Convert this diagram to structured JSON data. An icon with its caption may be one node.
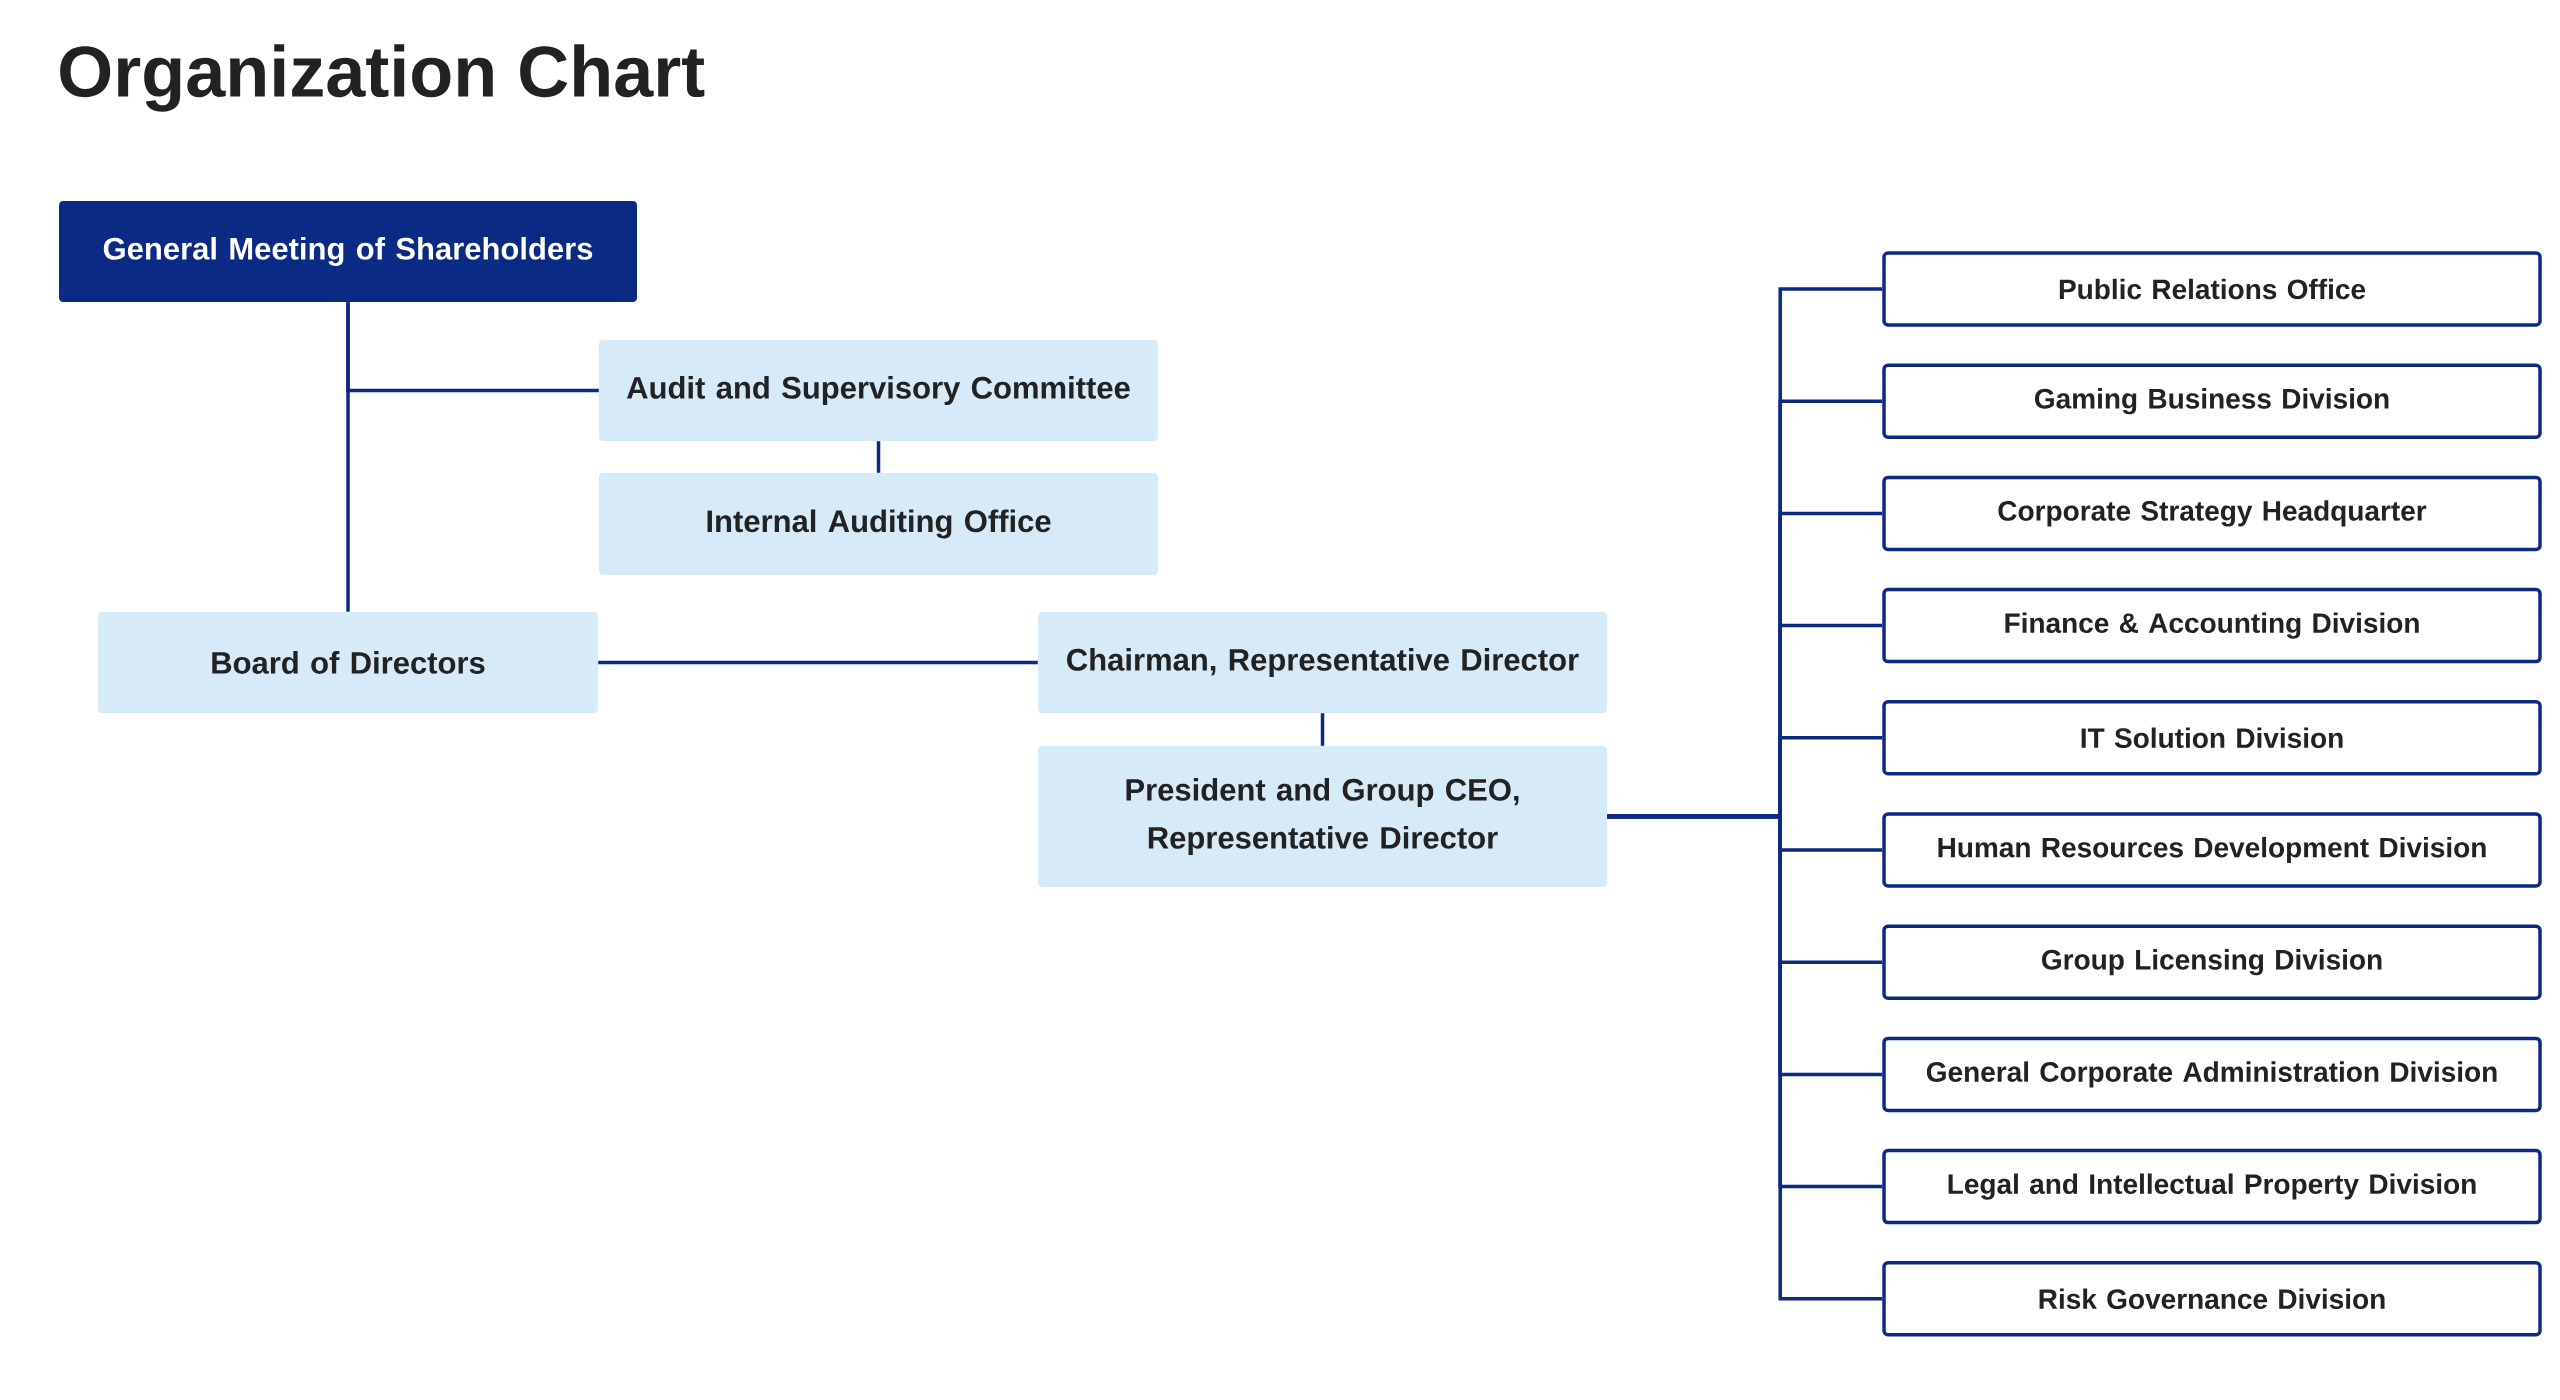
{
  "diagram": {
    "title": "Organization Chart",
    "nodes": [
      {
        "text": [
          "General Meeting of Shareholders"
        ]
      },
      {
        "text": [
          "Audit and Supervisory Committee"
        ]
      },
      {
        "text": [
          "Internal Auditing Office"
        ]
      },
      {
        "text": [
          "Board of Directors"
        ]
      },
      {
        "text": [
          "Chairman, Representative Director"
        ]
      },
      {
        "text": [
          "President and Group CEO, Representative Director"
        ]
      },
      {
        "text": [
          "Public Relations Office"
        ]
      },
      {
        "text": [
          "Gaming Business Division"
        ]
      },
      {
        "text": [
          "Corporate Strategy Headquarter"
        ]
      },
      {
        "text": [
          "Finance & Accounting Division"
        ]
      },
      {
        "text": [
          "IT Solution Division"
        ]
      },
      {
        "text": [
          "Human Resources Development Division"
        ]
      },
      {
        "text": [
          "Group Licensing Division"
        ]
      },
      {
        "text": [
          "General Corporate Administration Division"
        ]
      },
      {
        "text": [
          "Legal and Intellectual Property Division"
        ]
      },
      {
        "text": [
          "Risk Governance Division"
        ]
      }
    ],
    "edges": [
      {
        "from": 0,
        "to": 3,
        "arrow": "none"
      },
      {
        "from": 0,
        "to": 1,
        "arrow": "none"
      },
      {
        "from": 1,
        "to": 2,
        "arrow": "none"
      },
      {
        "from": 3,
        "to": 4,
        "arrow": "none"
      },
      {
        "from": 4,
        "to": 5,
        "arrow": "none"
      },
      {
        "from": 5,
        "to": 6,
        "arrow": "none"
      },
      {
        "from": 5,
        "to": 7,
        "arrow": "none"
      },
      {
        "from": 5,
        "to": 8,
        "arrow": "none"
      },
      {
        "from": 5,
        "to": 9,
        "arrow": "none"
      },
      {
        "from": 5,
        "to": 10,
        "arrow": "none"
      },
      {
        "from": 5,
        "to": 11,
        "arrow": "none"
      },
      {
        "from": 5,
        "to": 12,
        "arrow": "none"
      },
      {
        "from": 5,
        "to": 13,
        "arrow": "none"
      },
      {
        "from": 5,
        "to": 14,
        "arrow": "none"
      },
      {
        "from": 5,
        "to": 15,
        "arrow": "none"
      }
    ]
  }
}
